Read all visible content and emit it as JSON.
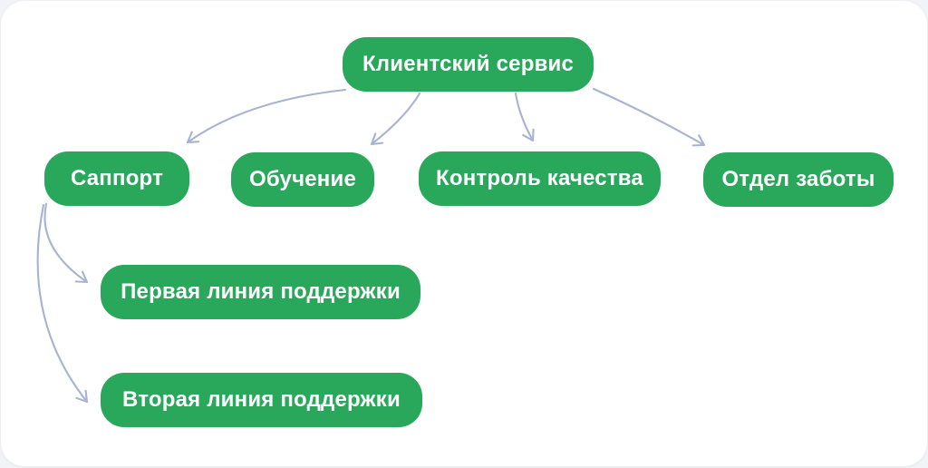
{
  "diagram": {
    "colors": {
      "node_fill": "#29a85c",
      "node_text": "#ffffff",
      "arrow": "#a9b2d1",
      "canvas_background": "#ffffff"
    },
    "nodes": [
      {
        "id": "client-service",
        "label": "Клиентский сервис"
      },
      {
        "id": "support",
        "label": "Саппорт"
      },
      {
        "id": "training",
        "label": "Обучение"
      },
      {
        "id": "quality-control",
        "label": "Контроль качества"
      },
      {
        "id": "care-department",
        "label": "Отдел заботы"
      },
      {
        "id": "first-line-support",
        "label": "Первая линия поддержки"
      },
      {
        "id": "second-line-support",
        "label": "Вторая линия поддержки"
      }
    ],
    "edges": [
      {
        "from": "client-service",
        "to": "support"
      },
      {
        "from": "client-service",
        "to": "training"
      },
      {
        "from": "client-service",
        "to": "quality-control"
      },
      {
        "from": "client-service",
        "to": "care-department"
      },
      {
        "from": "support",
        "to": "first-line-support"
      },
      {
        "from": "support",
        "to": "second-line-support"
      }
    ]
  }
}
